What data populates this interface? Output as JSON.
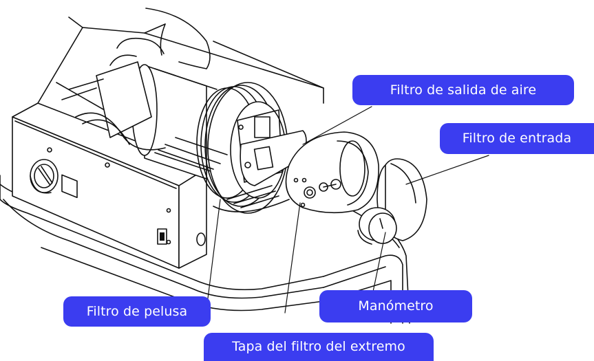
{
  "labels": {
    "air_outlet_filter": "Filtro de salida de aire",
    "inlet_filter": "Filtro de entrada",
    "lint_filter": "Filtro de pelusa",
    "pressure_gauge": "Manómetro",
    "end_filter_cover": "Tapa del filtro del extremo"
  },
  "colors": {
    "callout_background": "#3b3df0",
    "callout_text": "#ffffff",
    "line_art": "#111111"
  }
}
